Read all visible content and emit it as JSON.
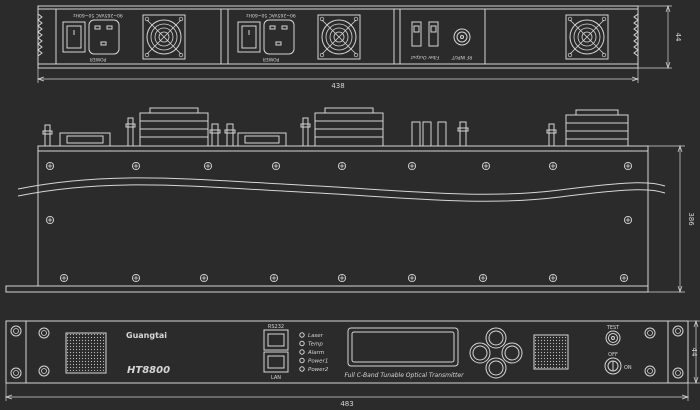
{
  "dimensions": {
    "rear_width": "438",
    "rear_height": "44",
    "side_depth": "386",
    "front_width": "483",
    "front_height": "44"
  },
  "rear_panel": {
    "psu_rating": "90~265VAC 50~60Hz",
    "psu_label": "POWER",
    "fiber_output_label": "Fiber Output",
    "rf_input_label": "RF INPUT"
  },
  "front_panel": {
    "brand": "Guangtai",
    "model": "HT8800",
    "product_name": "Full C-Band Tunable Optical Transmitter",
    "rs232_label": "RS232",
    "lan_label": "LAN",
    "status_leds": [
      "Laser",
      "Temp",
      "Alarm",
      "Power1",
      "Power2"
    ],
    "test_label": "TEST",
    "off_label": "OFF",
    "on_label": "ON"
  },
  "colors": {
    "background": "#2b2b2b",
    "line": "#d6d6d6"
  }
}
